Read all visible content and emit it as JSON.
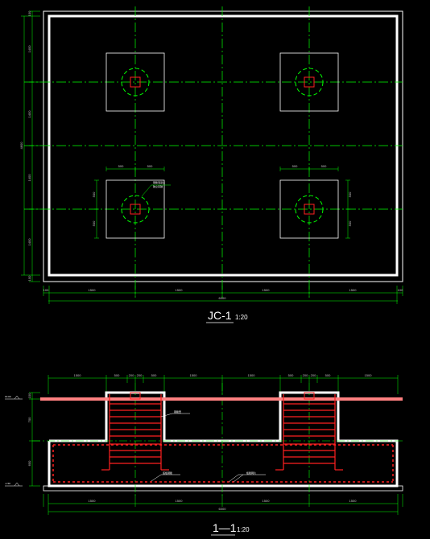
{
  "plan": {
    "title_main": "JC-1",
    "title_scale": "1:20",
    "dims_bottom": [
      "1500",
      "1500",
      "1500",
      "1500"
    ],
    "dims_bottom_total": "6000",
    "dims_bottom_edge": [
      "100",
      "100"
    ],
    "dims_left": [
      "1400",
      "1400",
      "1400",
      "1400"
    ],
    "dims_left_total": "4800",
    "dims_left_edge": [
      "100",
      "100"
    ],
    "pier_dims": [
      "500",
      "500"
    ],
    "pier_dims_side": [
      "500",
      "500"
    ],
    "callout": [
      "钢筋混凝土",
      "独立基础"
    ]
  },
  "section": {
    "title_main": "1—1",
    "title_scale": "1:20",
    "dims_top": [
      "1500",
      "500",
      "200",
      "200",
      "500",
      "1500",
      "1500",
      "500",
      "200",
      "200",
      "500",
      "1500"
    ],
    "dims_bottom": [
      "1500",
      "1500",
      "1500",
      "1500"
    ],
    "dims_bottom_total": "6000",
    "dims_left": [
      "100",
      "700",
      "600"
    ],
    "level_top": "±0.00",
    "level_bottom": "-1.50",
    "labels": [
      "钢筋笼",
      "底板钢筋",
      "板筋网片"
    ]
  },
  "colors": {
    "wall": "#ffffff",
    "grid": "#00ff00",
    "rebar": "#ff2020",
    "slab": "#ff8080",
    "dim": "#c8c8c8"
  }
}
